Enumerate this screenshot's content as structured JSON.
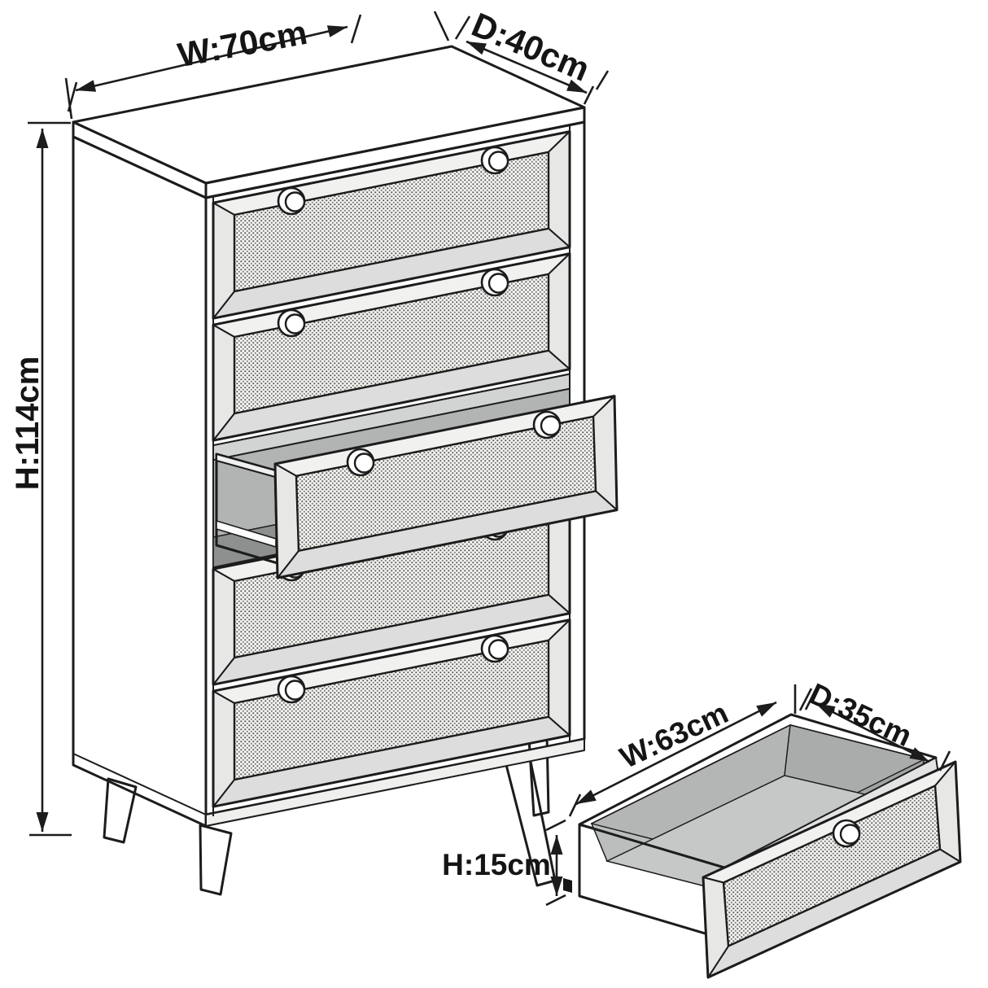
{
  "diagram": {
    "type": "furniture-dimension-diagram",
    "subject": "5-drawer rattan-front chest with middle drawer open, plus loose drawer box",
    "cabinet": {
      "width_label": "W:70cm",
      "depth_label": "D:40cm",
      "height_label": "H:114cm",
      "drawers_visible": 5,
      "legs_visible": 4
    },
    "loose_drawer": {
      "width_label": "W:63cm",
      "depth_label": "D:35cm",
      "height_label": "H:15cm"
    },
    "colors": {
      "background": "#ffffff",
      "outline": "#1c1c1c",
      "top_face": "#ededec",
      "side_face": "#e4e4e3",
      "front_face": "#e9e9e8",
      "bevel_light": "#f1f1f0",
      "bevel_dark": "#dedddd",
      "interior": "#b2b4b4",
      "interior_floor": "#c6c8c8",
      "shadow": "#8e9090",
      "mesh_dot": "#4c4c4a"
    }
  }
}
